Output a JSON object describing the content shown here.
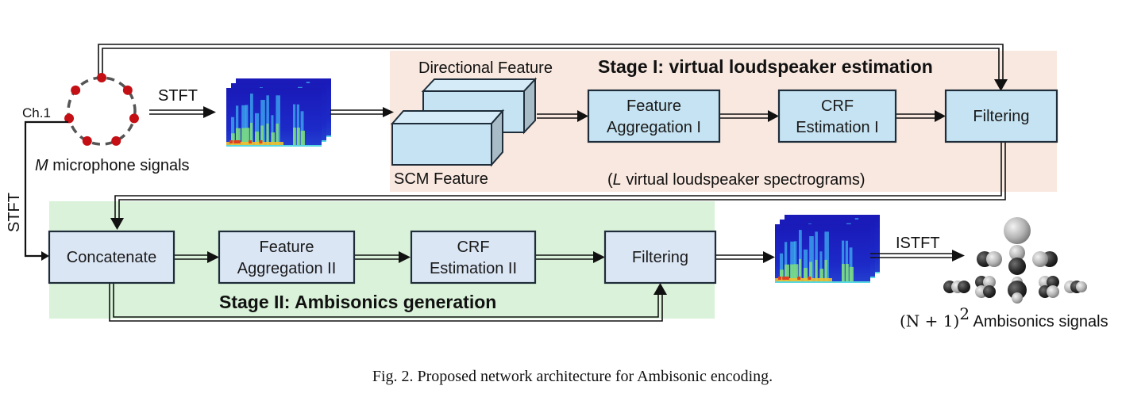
{
  "colors": {
    "stage1_bg": "#f9e8df",
    "stage2_bg": "#d9f2d9",
    "box_stage1": "#c5e3f2",
    "box_stage2": "#dbe6f5",
    "box_border": "#1f2d3a",
    "mic_dot": "#c40f14",
    "mic_ring": "#555555",
    "arrow": "#111111"
  },
  "microphone": {
    "label_var": "M",
    "label_rest": " microphone signals",
    "channel_label": "Ch.1",
    "num_mics": 7
  },
  "transforms": {
    "stft_top": "STFT",
    "stft_side": "STFT",
    "istft": "ISTFT"
  },
  "stage1": {
    "title": "Stage I: virtual loudspeaker estimation",
    "directional_feature": "Directional Feature",
    "scm_feature": "SCM Feature",
    "feature_aggregation": [
      "Feature",
      "Aggregation I"
    ],
    "crf_estimation": [
      "CRF",
      "Estimation I"
    ],
    "filtering": "Filtering",
    "note_open": "(",
    "note_var": "L",
    "note_rest": " virtual loudspeaker spectrograms)"
  },
  "stage2": {
    "title": "Stage II: Ambisonics generation",
    "concatenate": "Concatenate",
    "feature_aggregation": [
      "Feature",
      "Aggregation II"
    ],
    "crf_estimation": [
      "CRF",
      "Estimation II"
    ],
    "filtering": "Filtering"
  },
  "output": {
    "math_label": "(N + 1)",
    "superscript": "2",
    "label_rest": " Ambisonics signals"
  },
  "caption": "Fig. 2.  Proposed network architecture for Ambisonic encoding."
}
